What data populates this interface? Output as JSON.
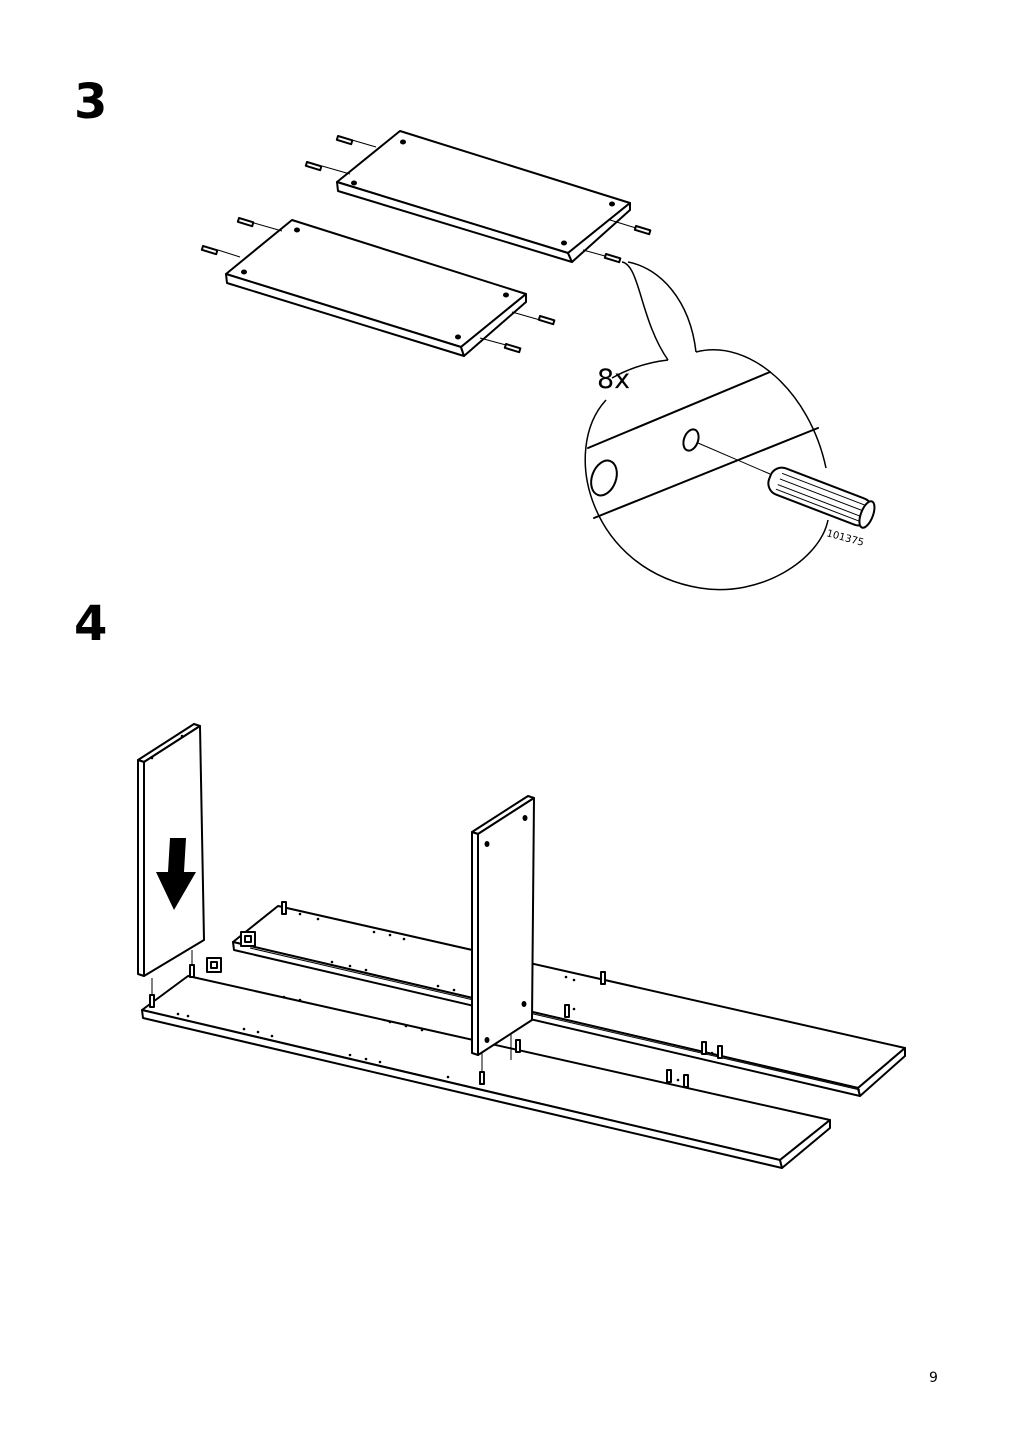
{
  "steps": [
    {
      "number": "3"
    },
    {
      "number": "4"
    }
  ],
  "callout": {
    "quantity": "8x",
    "part_id": "101375"
  },
  "footer": {
    "page_number": "9"
  }
}
